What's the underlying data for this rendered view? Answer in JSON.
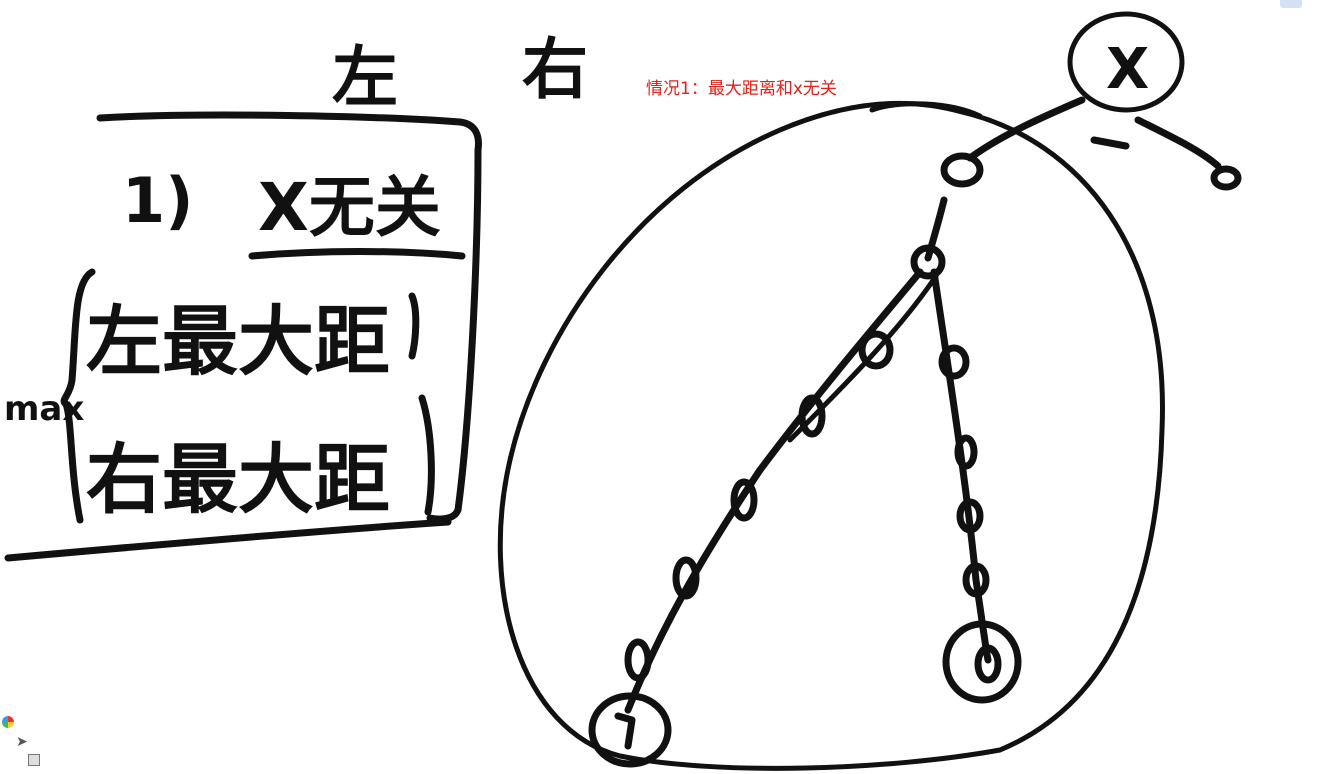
{
  "annotation": {
    "text": "情况1：最大距离和x无关",
    "color": "#e0221b"
  },
  "handwriting": {
    "left": "左",
    "right": "右",
    "case_number": "1)",
    "x_unrelated": "X无关",
    "max": "max",
    "left_max_distance": "左最大距",
    "right_max_distance": "右最大距",
    "node_x": "X",
    "ink_color": "#111111"
  },
  "toolbar": {
    "icons": [
      "color-wheel-icon",
      "pointer-icon",
      "page-icon"
    ]
  }
}
